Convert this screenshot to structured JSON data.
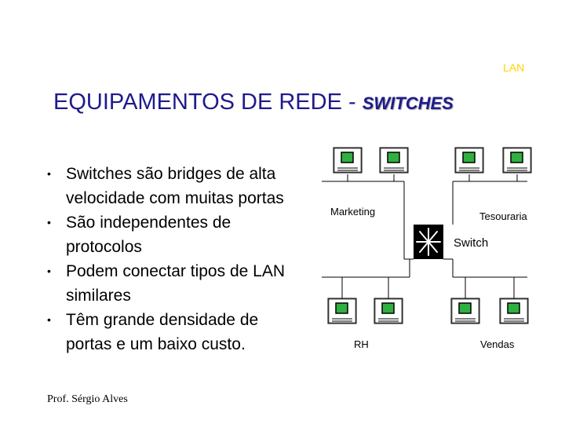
{
  "header": {
    "tag": "LAN"
  },
  "title": {
    "main": "EQUIPAMENTOS DE REDE - ",
    "emphasis": "SWITCHES"
  },
  "bullets": [
    "Switches são bridges de alta velocidade com muitas portas",
    "São independentes de protocolos",
    "Podem conectar tipos de LAN similares",
    "Têm grande densidade de portas e um baixo custo."
  ],
  "footer": "Prof. Sérgio Alves",
  "diagram": {
    "labels": {
      "marketing": "Marketing",
      "tesouraria": "Tesouraria",
      "switch": "Switch",
      "rh": "RH",
      "vendas": "Vendas"
    },
    "colors": {
      "screen": "#2fb040",
      "computer": "#ffffff",
      "line": "#000000",
      "tag": "#ffd400",
      "title": "#1f1a8c"
    }
  }
}
